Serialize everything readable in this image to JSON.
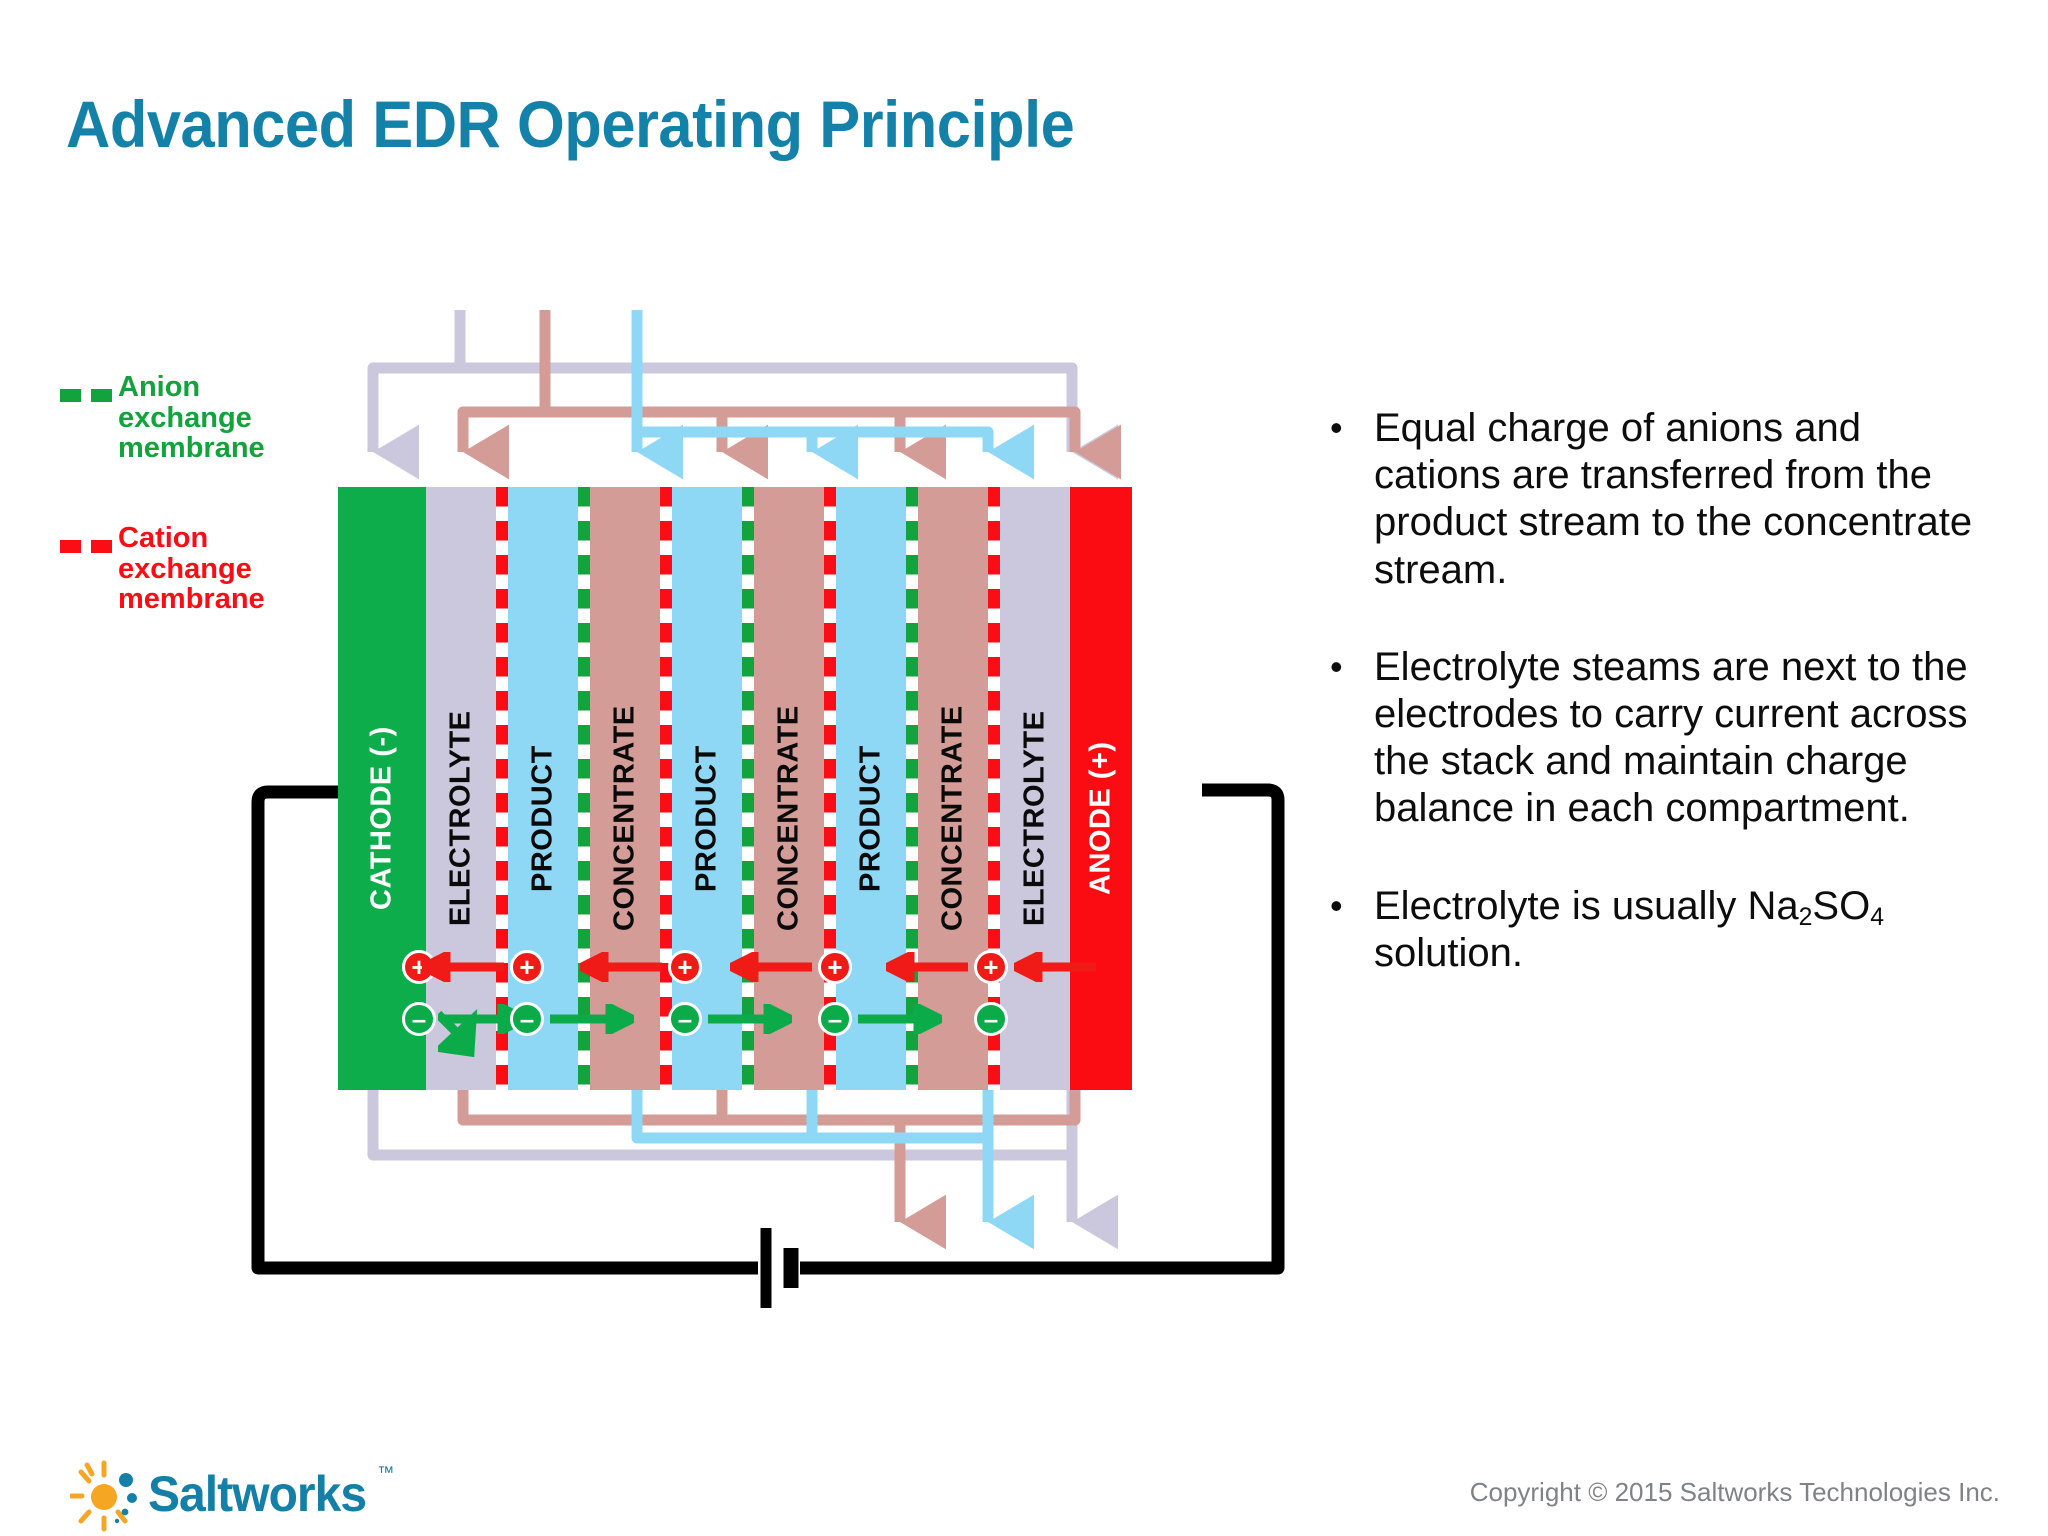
{
  "title": "Advanced EDR Operating Principle",
  "legend": [
    {
      "id": "anion",
      "label": "Anion\nexchange\nmembrane",
      "line1": "Anion",
      "line2": "exchange",
      "line3": "membrane",
      "color": "#12a33c",
      "style": "dashed"
    },
    {
      "id": "cation",
      "label": "Cation\nexchange\nmembrane",
      "line1": "Cation",
      "line2": "exchange",
      "line3": "membrane",
      "color": "#fb0d15",
      "style": "dashed"
    }
  ],
  "stack": {
    "cells": [
      {
        "name": "cathode",
        "label": "CATHODE (-)",
        "color": "#0cad4a",
        "text": "#ffffff",
        "width": 88
      },
      {
        "name": "electrolyte1",
        "label": "ELECTROLYTE",
        "color": "#cbc8dd",
        "text": "#0a0a0a",
        "width": 70
      },
      {
        "name": "product1",
        "label": "PRODUCT",
        "color": "#8fd8f5",
        "text": "#0a0a0a",
        "width": 70
      },
      {
        "name": "concentrate1",
        "label": "CONCENTRATE",
        "color": "#d49c96",
        "text": "#0a0a0a",
        "width": 70
      },
      {
        "name": "product2",
        "label": "PRODUCT",
        "color": "#8fd8f5",
        "text": "#0a0a0a",
        "width": 70
      },
      {
        "name": "concentrate2",
        "label": "CONCENTRATE",
        "color": "#d49c96",
        "text": "#0a0a0a",
        "width": 70
      },
      {
        "name": "product3",
        "label": "PRODUCT",
        "color": "#8fd8f5",
        "text": "#0a0a0a",
        "width": 70
      },
      {
        "name": "concentrate3",
        "label": "CONCENTRATE",
        "color": "#d49c96",
        "text": "#0a0a0a",
        "width": 70
      },
      {
        "name": "electrolyte2",
        "label": "ELECTROLYTE",
        "color": "#cbc8dd",
        "text": "#0a0a0a",
        "width": 70
      },
      {
        "name": "anode",
        "label": "ANODE (+)",
        "color": "#fb0c12",
        "text": "#ffffff",
        "width": 62
      }
    ],
    "membranes": [
      {
        "after": "electrolyte1",
        "type": "cation",
        "color": "#fb0d15"
      },
      {
        "after": "product1",
        "type": "anion",
        "color": "#12a33c"
      },
      {
        "after": "concentrate1",
        "type": "cation",
        "color": "#fb0d15"
      },
      {
        "after": "product2",
        "type": "anion",
        "color": "#12a33c"
      },
      {
        "after": "concentrate2",
        "type": "cation",
        "color": "#fb0d15"
      },
      {
        "after": "product3",
        "type": "anion",
        "color": "#12a33c"
      },
      {
        "after": "concentrate3",
        "type": "cation",
        "color": "#fb0d15"
      }
    ],
    "ions": {
      "cation_symbol": "+",
      "anion_symbol": "–",
      "cation_color": "#f01a16",
      "anion_color": "#0cab49",
      "cation_direction": "left",
      "anion_direction": "right"
    },
    "streams": [
      {
        "name": "electrolyte",
        "color": "#cbc8dd"
      },
      {
        "name": "concentrate",
        "color": "#d49c96"
      },
      {
        "name": "product",
        "color": "#8fd8f5"
      }
    ]
  },
  "bullets": [
    {
      "marker": "•",
      "text": "Equal charge of anions and cations are transferred from the product stream to the concentrate stream."
    },
    {
      "marker": "•",
      "text": "Electrolyte steams are next to the electrodes to carry current across the stack and maintain charge balance in each compartment."
    },
    {
      "marker": "•",
      "pre": "Electrolyte is usually Na",
      "sub1": "2",
      "mid": "SO",
      "sub2": "4",
      "post": " solution."
    }
  ],
  "footer": {
    "logo_name": "Saltworks",
    "logo_tm": "™",
    "logo_color": "#1480a7",
    "sun_color": "#f5a623",
    "copyright": "Copyright © 2015 Saltworks Technologies Inc."
  }
}
